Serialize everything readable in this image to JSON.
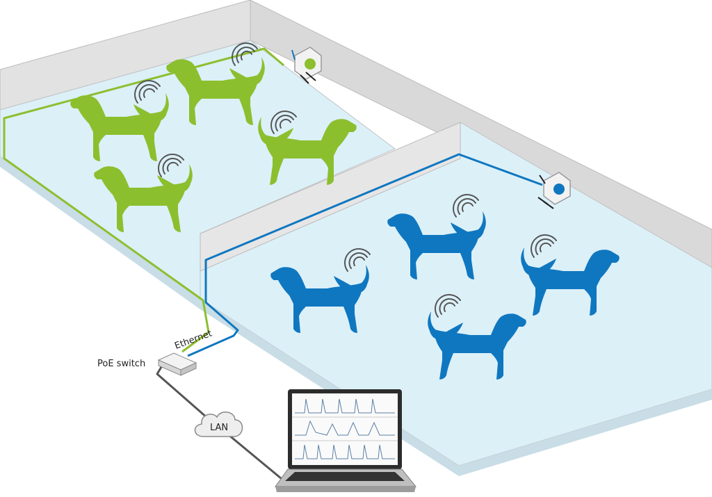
{
  "labels": {
    "ethernet": "Ethernet",
    "poe_switch": "PoE switch",
    "lan": "LAN"
  },
  "colors": {
    "green_group": "#8cbf2e",
    "blue_group": "#0f77c0",
    "floor": "#dcf0f8",
    "wall": "#dedede",
    "wall_edge": "#b4b4b4",
    "cable_gray": "#555555"
  },
  "groups": [
    {
      "name": "green",
      "dogs": 4,
      "receiver_icon": "wireless-receiver-icon"
    },
    {
      "name": "blue",
      "dogs": 4,
      "receiver_icon": "wireless-receiver-icon"
    }
  ]
}
